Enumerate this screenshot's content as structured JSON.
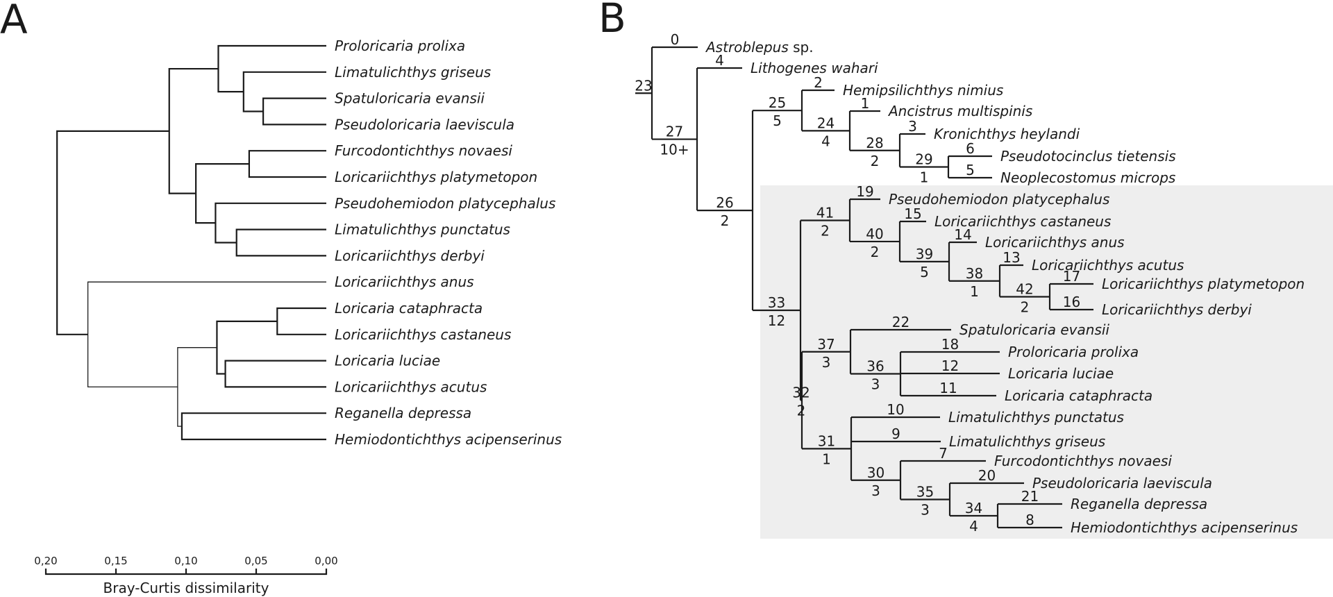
{
  "figure": {
    "panel_a_label": "A",
    "panel_b_label": "B"
  },
  "chart_data": [
    {
      "type": "dendrogram",
      "panel": "A",
      "title": "",
      "xlabel": "Bray-Curtis dissimilarity",
      "x_ticks": [
        "0,20",
        "0,15",
        "0,10",
        "0,05",
        "0,00"
      ],
      "x_range": [
        0.2,
        0.0
      ],
      "leaves": [
        "Proloricaria prolixa",
        "Limatulichthys griseus",
        "Spatuloricaria evansii",
        "Pseudoloricaria laeviscula",
        "Furcodontichthys novaesi",
        "Loricariichthys platymetopon",
        "Pseudohemiodon platycephalus",
        "Limatulichthys punctatus",
        "Loricariichthys derbyi",
        "Loricariichthys anus",
        "Loricaria cataphracta",
        "Loricariichthys castaneus",
        "Loricaria luciae",
        "Loricariichthys acutus",
        "Reganella depressa",
        "Hemiodontichthys acipenserinus"
      ],
      "merges": [
        {
          "id": "a1",
          "children": [
            "Spatuloricaria evansii",
            "Pseudoloricaria laeviscula"
          ],
          "height": 0.045
        },
        {
          "id": "a2",
          "children": [
            "Limatulichthys griseus",
            "a1"
          ],
          "height": 0.059
        },
        {
          "id": "a3",
          "children": [
            "Proloricaria prolixa",
            "a2"
          ],
          "height": 0.077
        },
        {
          "id": "a4",
          "children": [
            "Furcodontichthys novaesi",
            "Loricariichthys platymetopon"
          ],
          "height": 0.055
        },
        {
          "id": "a5",
          "children": [
            "Limatulichthys punctatus",
            "Loricariichthys derbyi"
          ],
          "height": 0.064
        },
        {
          "id": "a6",
          "children": [
            "Pseudohemiodon platycephalus",
            "a5"
          ],
          "height": 0.079
        },
        {
          "id": "a7",
          "children": [
            "a4",
            "a6"
          ],
          "height": 0.093
        },
        {
          "id": "a8",
          "children": [
            "a3",
            "a7"
          ],
          "height": 0.112
        },
        {
          "id": "a9",
          "children": [
            "Loricaria cataphracta",
            "Loricariichthys castaneus"
          ],
          "height": 0.035
        },
        {
          "id": "a10",
          "children": [
            "Loricaria luciae",
            "Loricariichthys acutus"
          ],
          "height": 0.072
        },
        {
          "id": "a11",
          "children": [
            "a9",
            "a10"
          ],
          "height": 0.078
        },
        {
          "id": "a12",
          "children": [
            "Reganella depressa",
            "Hemiodontichthys acipenserinus"
          ],
          "height": 0.103
        },
        {
          "id": "a13",
          "children": [
            "a11",
            "a12"
          ],
          "height": 0.106
        },
        {
          "id": "a14",
          "children": [
            "Loricariichthys anus",
            "a13"
          ],
          "height": 0.17
        },
        {
          "id": "a15",
          "children": [
            "a8",
            "a14"
          ],
          "height": 0.192
        }
      ]
    },
    {
      "type": "cladogram",
      "panel": "B",
      "highlight_color": "#eeeeee",
      "highlighted_clade": "n33",
      "tree": {
        "id": "n23",
        "above": "23",
        "below": "",
        "children": [
          {
            "leaf": "Astroblepus",
            "suffix": " sp.",
            "above": "0"
          },
          {
            "id": "n27",
            "above": "27",
            "below": "10+",
            "children": [
              {
                "leaf": "Lithogenes wahari",
                "above": "4"
              },
              {
                "id": "n26",
                "above": "26",
                "below": "2",
                "children": [
                  {
                    "id": "n25",
                    "above": "25",
                    "below": "5",
                    "children": [
                      {
                        "leaf": "Hemipsilichthys nimius",
                        "above": "2"
                      },
                      {
                        "id": "n24",
                        "above": "24",
                        "below": "4",
                        "children": [
                          {
                            "leaf": "Ancistrus multispinis",
                            "above": "1"
                          },
                          {
                            "id": "n28",
                            "above": "28",
                            "below": "2",
                            "children": [
                              {
                                "leaf": "Kronichthys heylandi",
                                "above": "3"
                              },
                              {
                                "id": "n29",
                                "above": "29",
                                "below": "1",
                                "children": [
                                  {
                                    "leaf": "Pseudotocinclus tietensis",
                                    "above": "6"
                                  },
                                  {
                                    "leaf": "Neoplecostomus microps",
                                    "above": "5"
                                  }
                                ]
                              }
                            ]
                          }
                        ]
                      }
                    ]
                  },
                  {
                    "id": "n33",
                    "above": "33",
                    "below": "12",
                    "children": [
                      {
                        "id": "n41",
                        "above": "41",
                        "below": "2",
                        "children": [
                          {
                            "leaf": "Pseudohemiodon platycephalus",
                            "above": "19"
                          },
                          {
                            "id": "n40",
                            "above": "40",
                            "below": "2",
                            "children": [
                              {
                                "leaf": "Loricariichthys castaneus",
                                "above": "15"
                              },
                              {
                                "id": "n39",
                                "above": "39",
                                "below": "5",
                                "children": [
                                  {
                                    "leaf": "Loricariichthys anus",
                                    "above": "14"
                                  },
                                  {
                                    "id": "n38",
                                    "above": "38",
                                    "below": "1",
                                    "children": [
                                      {
                                        "leaf": "Loricariichthys acutus",
                                        "above": "13"
                                      },
                                      {
                                        "id": "n42",
                                        "above": "42",
                                        "below": "2",
                                        "children": [
                                          {
                                            "leaf": "Loricariichthys platymetopon",
                                            "above": "17"
                                          },
                                          {
                                            "leaf": "Loricariichthys derbyi",
                                            "above": "16"
                                          }
                                        ]
                                      }
                                    ]
                                  }
                                ]
                              }
                            ]
                          }
                        ]
                      },
                      {
                        "id": "n32",
                        "above": "32",
                        "below": "2",
                        "children": [
                          {
                            "id": "n37",
                            "above": "37",
                            "below": "3",
                            "children": [
                              {
                                "leaf": "Spatuloricaria evansii",
                                "above": "22"
                              },
                              {
                                "id": "n36",
                                "above": "36",
                                "below": "3",
                                "children": [
                                  {
                                    "leaf": "Proloricaria prolixa",
                                    "above": "18"
                                  },
                                  {
                                    "leaf": "Loricaria luciae",
                                    "above": "12"
                                  },
                                  {
                                    "leaf": "Loricaria cataphracta",
                                    "above": "11"
                                  }
                                ]
                              }
                            ]
                          },
                          {
                            "id": "n31",
                            "above": "31",
                            "below": "1",
                            "children": [
                              {
                                "leaf": "Limatulichthys punctatus",
                                "above": "10"
                              },
                              {
                                "leaf": "Limatulichthys griseus",
                                "above": "9"
                              },
                              {
                                "id": "n30",
                                "above": "30",
                                "below": "3",
                                "children": [
                                  {
                                    "leaf": "Furcodontichthys novaesi",
                                    "above": "7"
                                  },
                                  {
                                    "id": "n35",
                                    "above": "35",
                                    "below": "3",
                                    "children": [
                                      {
                                        "leaf": "Pseudoloricaria laeviscula",
                                        "above": "20"
                                      },
                                      {
                                        "id": "n34",
                                        "above": "34",
                                        "below": "4",
                                        "children": [
                                          {
                                            "leaf": "Reganella depressa",
                                            "above": "21"
                                          },
                                          {
                                            "leaf": "Hemiodontichthys acipenserinus",
                                            "above": "8"
                                          }
                                        ]
                                      }
                                    ]
                                  }
                                ]
                              }
                            ]
                          }
                        ]
                      }
                    ]
                  }
                ]
              }
            ]
          }
        ]
      }
    }
  ]
}
